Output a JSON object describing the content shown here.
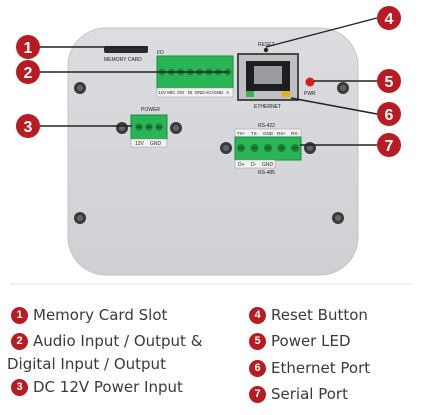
{
  "figure": {
    "panel_labels": {
      "memory_card": "MEMORY CARD",
      "io": "I/O",
      "io_pins": [
        "12V",
        "MIC",
        "DO",
        "DI",
        "GND",
        "ACI",
        "GND",
        "A"
      ],
      "power": "POWER",
      "power_pins": [
        "12V",
        "GND"
      ],
      "reset": "RESET",
      "ethernet": "ETHERNET",
      "pwr": "PWR",
      "rs422": "RS-422",
      "rs422_pins": [
        "TX+",
        "TX-",
        "GND",
        "RX+",
        "RX-"
      ],
      "rs485_pins": [
        "D+",
        "D-",
        "GND"
      ],
      "rs485": "RS-485"
    },
    "callouts": [
      "1",
      "2",
      "3",
      "4",
      "5",
      "6",
      "7"
    ]
  },
  "legend": {
    "items": [
      {
        "num": "1",
        "label": "Memory Card Slot"
      },
      {
        "num": "2",
        "label": "Audio Input / Output &"
      },
      {
        "num": "",
        "label": "Digital Input / Output"
      },
      {
        "num": "3",
        "label": "DC 12V Power Input"
      },
      {
        "num": "4",
        "label": "Reset Button"
      },
      {
        "num": "5",
        "label": "Power LED"
      },
      {
        "num": "6",
        "label": "Ethernet Port"
      },
      {
        "num": "7",
        "label": "Serial Port"
      }
    ]
  },
  "colors": {
    "callout": "#b81c22",
    "panel": "#d4d5d9",
    "terminal": "#29b456",
    "led": "#d51f1f"
  }
}
